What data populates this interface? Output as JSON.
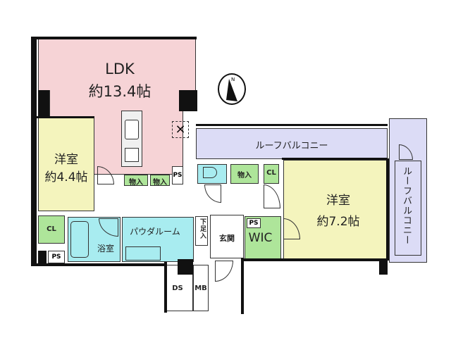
{
  "floor_plan": {
    "compass": {
      "label": "N",
      "icon": "north-arrow-icon"
    },
    "colors": {
      "ldk": "#f6d3d6",
      "western_room": "#f4f4bd",
      "wet_area": "#a8ecf0",
      "storage": "#aee59a",
      "balcony": "#dcdcf6",
      "wall": "#111111"
    },
    "rooms": {
      "ldk": {
        "name": "LDK",
        "size": "約13.4帖"
      },
      "room_west": {
        "name": "洋室",
        "size": "約4.4帖"
      },
      "room_east": {
        "name": "洋室",
        "size": "約7.2帖"
      },
      "roof_balcony_top": {
        "name": "ルーフバルコニー"
      },
      "roof_balcony_right": {
        "name": "ルーフバルコニー"
      },
      "bathroom": {
        "name": "浴室"
      },
      "powder_room": {
        "name": "パウダルーム"
      },
      "entrance": {
        "name": "玄関"
      },
      "shoe_closet": {
        "name": "下足入"
      },
      "wic": {
        "name": "WIC"
      },
      "cl_west": {
        "name": "CL"
      },
      "cl_east": {
        "name": "CL"
      },
      "storage_1": {
        "name": "物入"
      },
      "storage_2": {
        "name": "物入"
      },
      "storage_3": {
        "name": "物入"
      },
      "ps_1": {
        "name": "PS"
      },
      "ps_2": {
        "name": "PS"
      },
      "ps_3": {
        "name": "PS"
      },
      "ds": {
        "name": "DS"
      },
      "mb": {
        "name": "MB"
      }
    }
  }
}
